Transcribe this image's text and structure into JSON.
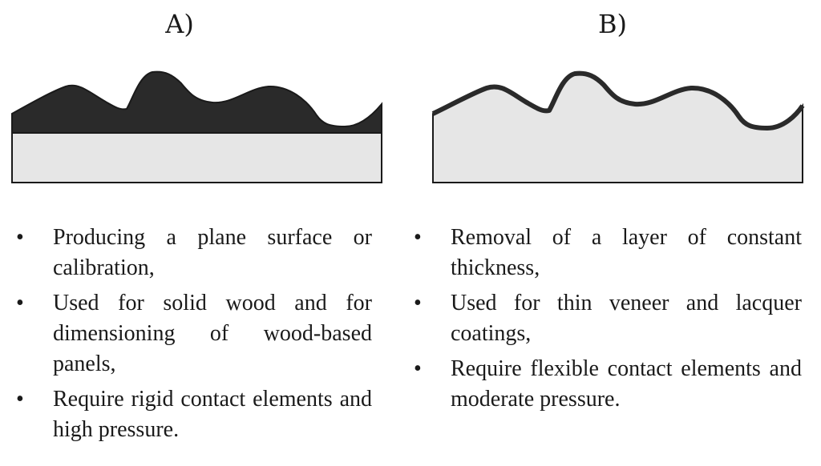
{
  "panels": [
    {
      "label": "A)",
      "bullets": [
        "Producing a plane surface or calibration,",
        "Used for solid wood and for dimensioning of wood-based panels,",
        "Require rigid contact elements and high pressure."
      ]
    },
    {
      "label": "B)",
      "bullets": [
        "Removal of a layer of constant thickness,",
        "Used for thin veneer and lacquer coatings,",
        "Require flexible contact elements and moderate pressure."
      ]
    }
  ],
  "colors": {
    "removed_material": "#2a2a2a",
    "workpiece": "#e6e6e6",
    "outline": "#1a1a1a"
  }
}
